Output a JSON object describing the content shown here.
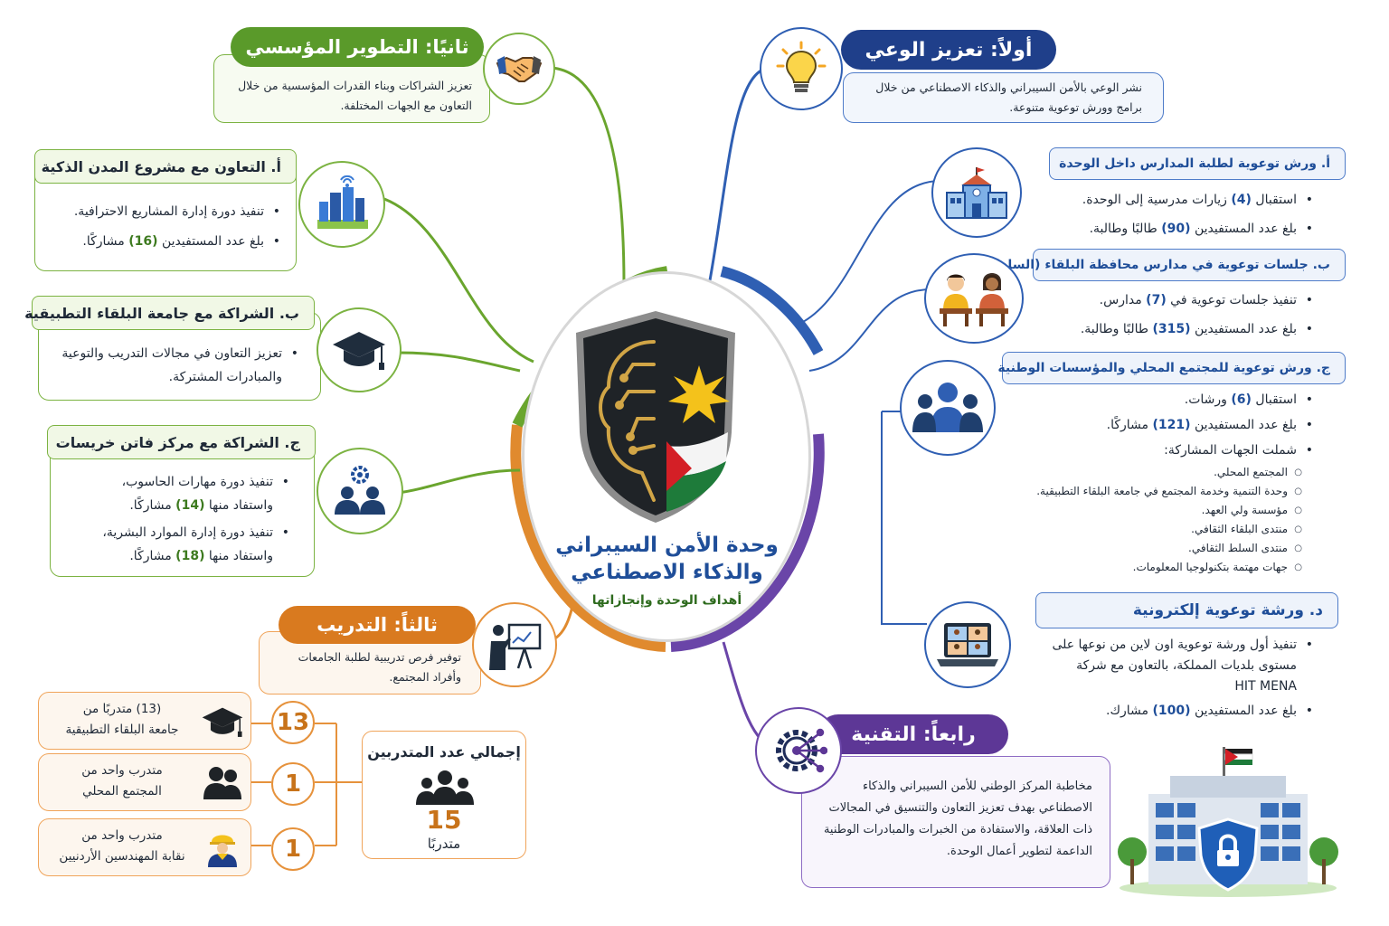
{
  "center": {
    "title_line1": "وحدة الأمن السيبراني",
    "title_line2": "والذكاء الاصطناعي",
    "subtitle": "أهداف الوحدة وإنجازاتها"
  },
  "awareness": {
    "title": "أولاً: تعزيز الوعي",
    "description": "نشر الوعي بالأمن السيبراني والذكاء الاصطناعي من خلال برامج وورش توعوية متنوعة.",
    "schools": {
      "heading": "أ.  ورش توعوية لطلبة المدارس داخل الوحدة",
      "item1_pre": "استقبال ",
      "item1_num": "(4)",
      "item1_post": " زيارات مدرسية إلى الوحدة.",
      "item2_pre": "بلغ عدد المستفيدين ",
      "item2_num": "(90)",
      "item2_post": " طالبًا وطالبة."
    },
    "salt": {
      "heading": "ب. جلسات توعوية في مدارس محافظة البلقاء (السلط)",
      "item1_pre": "تنفيذ جلسات توعوية في ",
      "item1_num": "(7)",
      "item1_post": " مدارس.",
      "item2_pre": "بلغ عدد المستفيدين ",
      "item2_num": "(315)",
      "item2_post": " طالبًا وطالبة."
    },
    "community": {
      "heading": "ج.  ورش توعوية للمجتمع المحلي والمؤسسات الوطنية",
      "item1_pre": "استقبال ",
      "item1_num": "(6)",
      "item1_post": " ورشات.",
      "item2_pre": "بلغ عدد المستفيدين ",
      "item2_num": "(121)",
      "item2_post": " مشاركًا.",
      "item3": "شملت الجهات المشاركة:",
      "entities": [
        "المجتمع المحلي.",
        "وحدة التنمية وخدمة المجتمع في جامعة البلقاء التطبيقية.",
        "مؤسسة ولي العهد.",
        "منتدى البلقاء الثقافي.",
        "منتدى السلط الثقافي.",
        "جهات مهتمة بتكنولوجيا المعلومات."
      ]
    },
    "online": {
      "heading": "د.  ورشة توعوية إلكترونية",
      "item1": "تنفيذ أول ورشة توعوية اون لاين من نوعها على مستوى بلديات المملكة،  بالتعاون مع شركة",
      "item1_company": "HIT MENA",
      "item2_pre": "بلغ عدد المستفيدين ",
      "item2_num": "(100)",
      "item2_post": " مشارك."
    }
  },
  "institutional": {
    "title": "ثانيًا: التطوير المؤسسي",
    "description": "تعزيز الشراكات وبناء القدرات المؤسسية من خلال التعاون مع الجهات المختلفة.",
    "smart_cities": {
      "heading": "أ.  التعاون مع مشروع المدن الذكية",
      "item1": "تنفيذ دورة إدارة المشاريع الاحترافية.",
      "item2_pre": "بلغ عدد المستفيدين ",
      "item2_num": "(16)",
      "item2_post": " مشاركًا."
    },
    "bau": {
      "heading": "ب. الشراكة مع جامعة البلقاء التطبيقية",
      "item1": "تعزيز التعاون في مجالات التدريب والتوعية والمبادرات المشتركة."
    },
    "faten": {
      "heading": "ج. الشراكة مع مركز فاتن خريسات",
      "item1_line1": "تنفيذ دورة مهارات الحاسوب،",
      "item1_pre": "واستفاد منها ",
      "item1_num": "(14)",
      "item1_post": " مشاركًا.",
      "item2_line1": "تنفيذ دورة إدارة الموارد البشرية،",
      "item2_pre": "واستفاد منها ",
      "item2_num": "(18)",
      "item2_post": " مشاركًا."
    }
  },
  "training": {
    "title": "ثالثاً: التدريب",
    "description": "توفير فرص تدريبية لطلبة الجامعات وأفراد المجتمع.",
    "total_label": "إجمالي عدد المتدربين",
    "total_value": "15",
    "total_unit": "متدربًا",
    "breakdown": [
      {
        "count": "13",
        "line1": "(13) متدربًا من",
        "line2": "جامعة البلقاء التطبيقية",
        "icon": "graduation-cap-icon"
      },
      {
        "count": "1",
        "line1": "متدرب واحد من",
        "line2": "المجتمع المحلي",
        "icon": "people-icon"
      },
      {
        "count": "1",
        "line1": "متدرب واحد من",
        "line2": "نقابة المهندسين الأردنيين",
        "icon": "engineer-icon"
      }
    ]
  },
  "technology": {
    "title": "رابعاً: التقنية",
    "description": "مخاطبة المركز الوطني للأمن السيبراني والذكاء الاصطناعي بهدف تعزيز التعاون والتنسيق في المجالات ذات العلاقة، والاستفادة من الخبرات والمبادرات الوطنية الداعمة لتطوير أعمال الوحدة."
  },
  "colors": {
    "green": "#7cb342",
    "blue": "#2f5fb3",
    "orange": "#e6923c",
    "purple": "#6a45a8"
  }
}
